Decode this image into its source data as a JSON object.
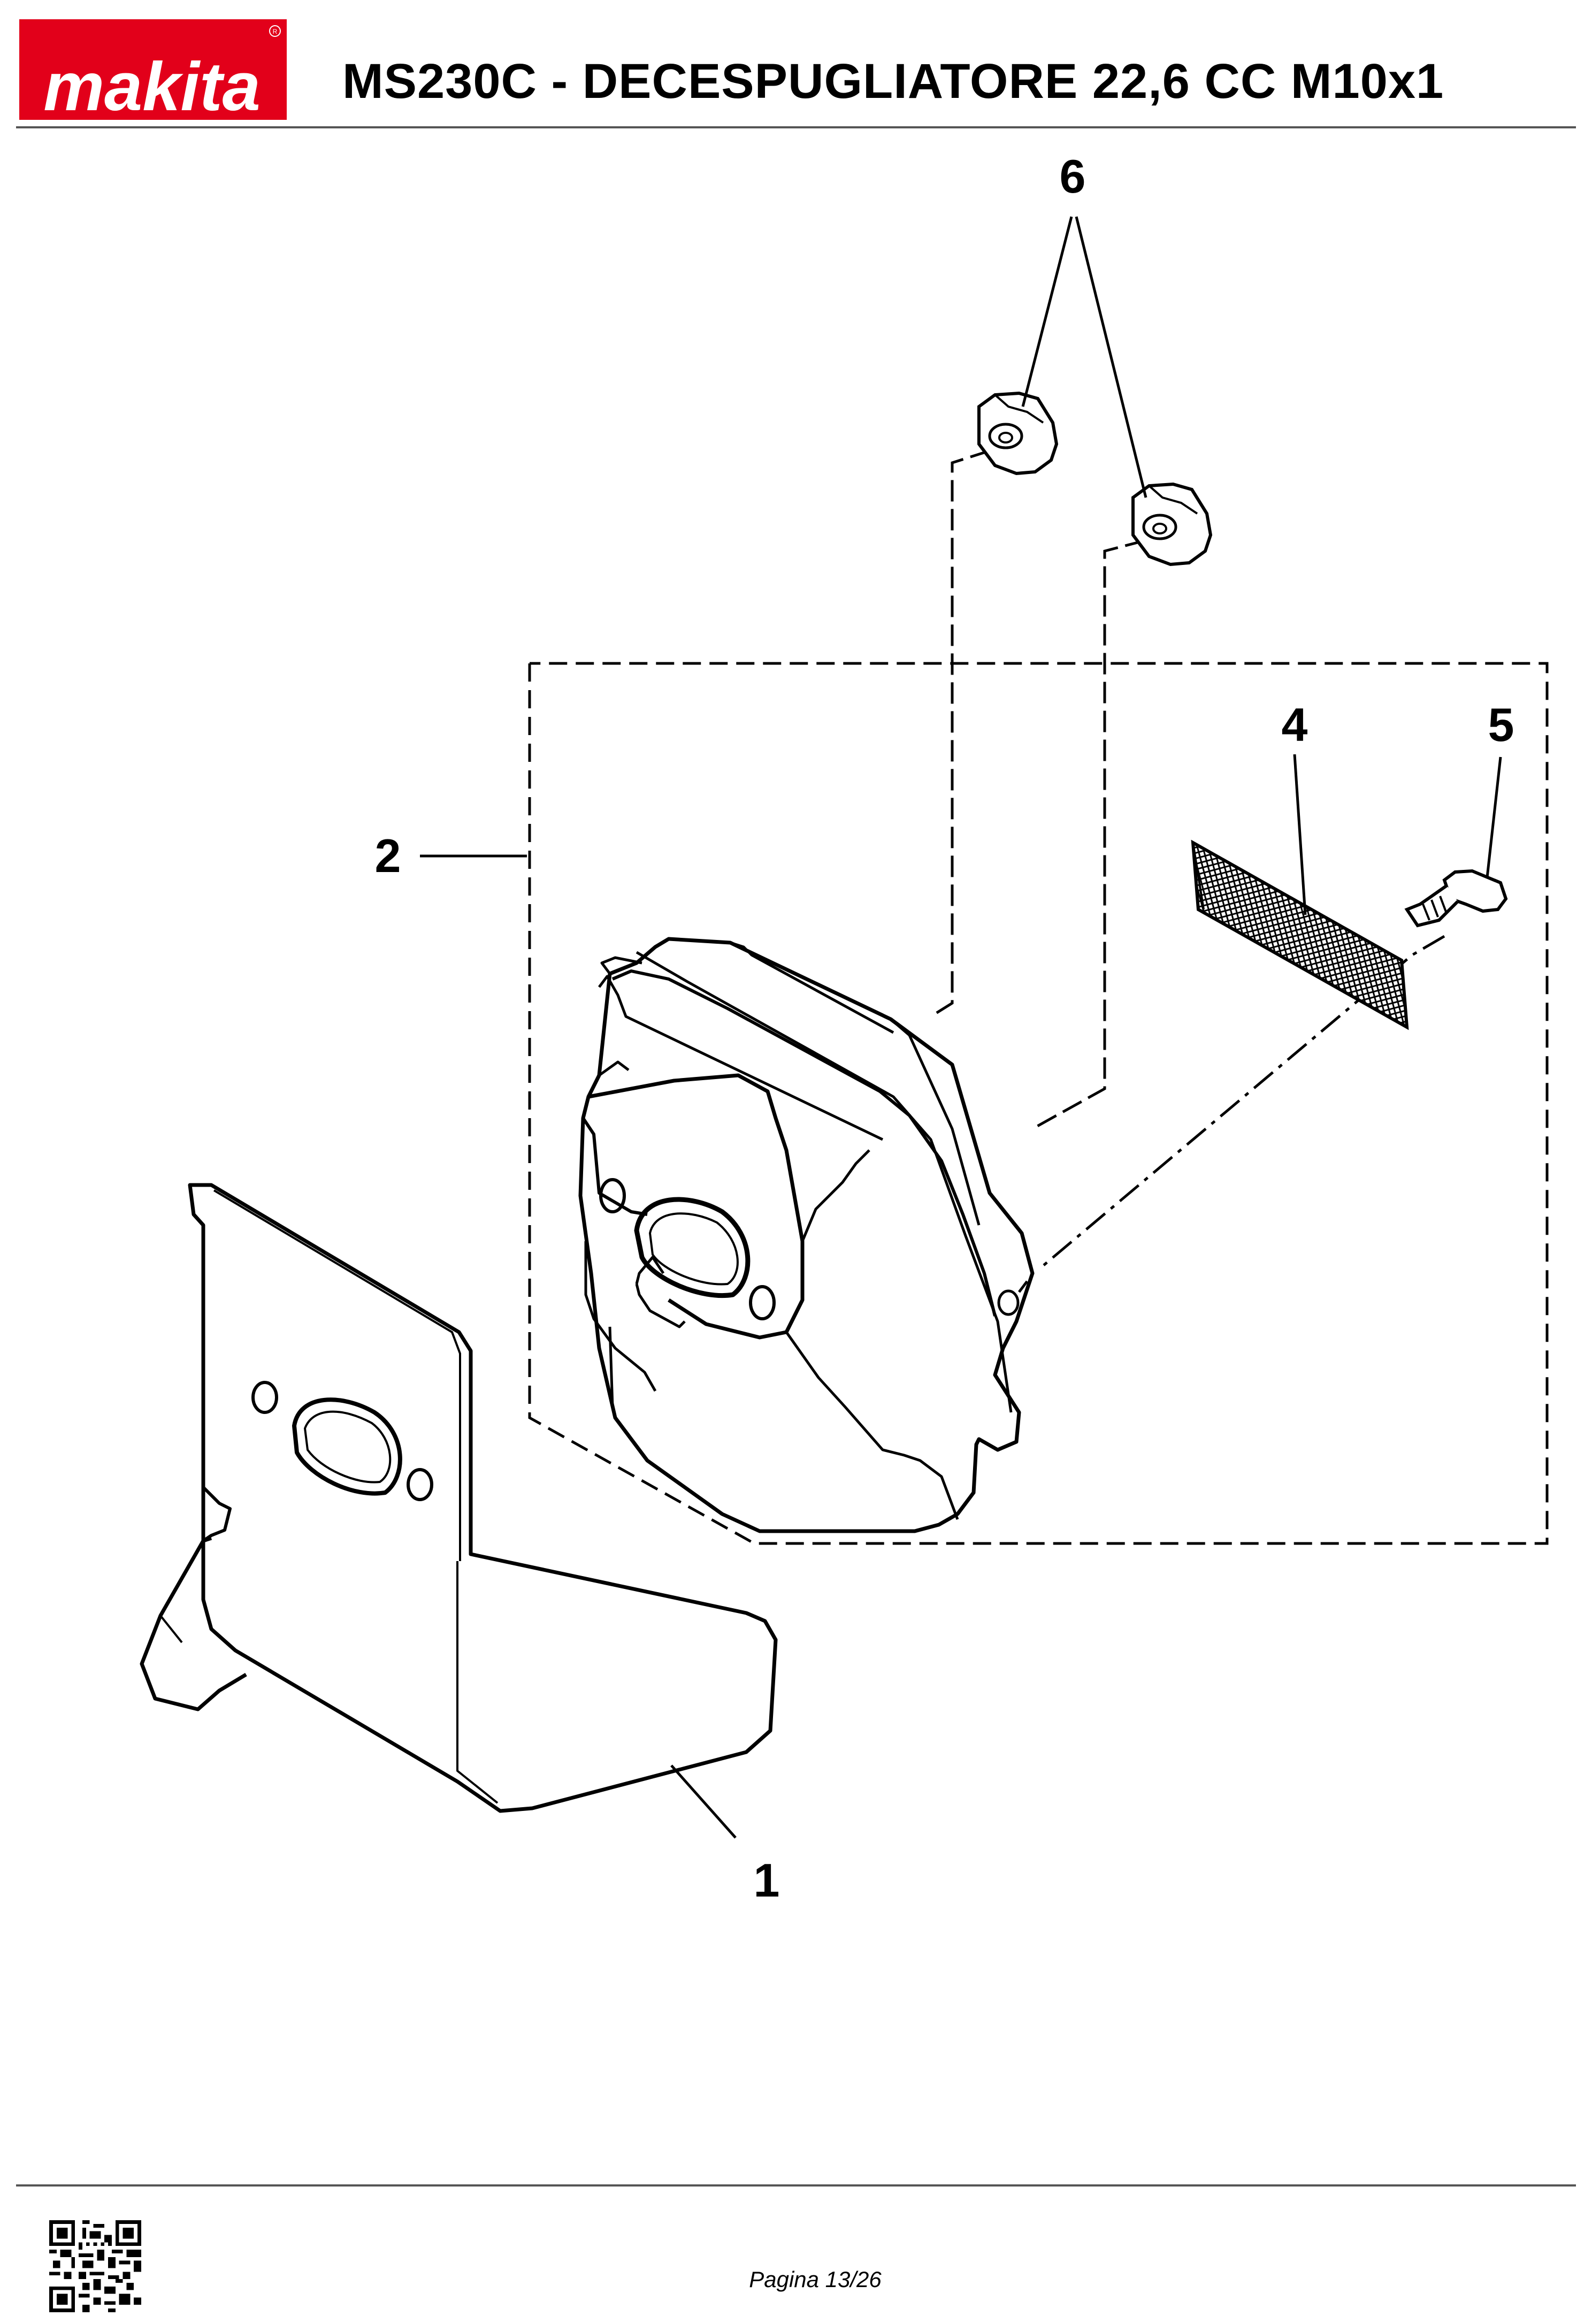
{
  "header": {
    "brand": "makita",
    "title": "MS230C - DECESPUGLIATORE 22,6 CC M10x1"
  },
  "diagram": {
    "callouts": [
      "1",
      "2",
      "4",
      "5",
      "6"
    ]
  },
  "footer": {
    "page_label": "Pagina 13/26"
  },
  "colors": {
    "brand_red": "#e2001a",
    "line": "#000000"
  }
}
